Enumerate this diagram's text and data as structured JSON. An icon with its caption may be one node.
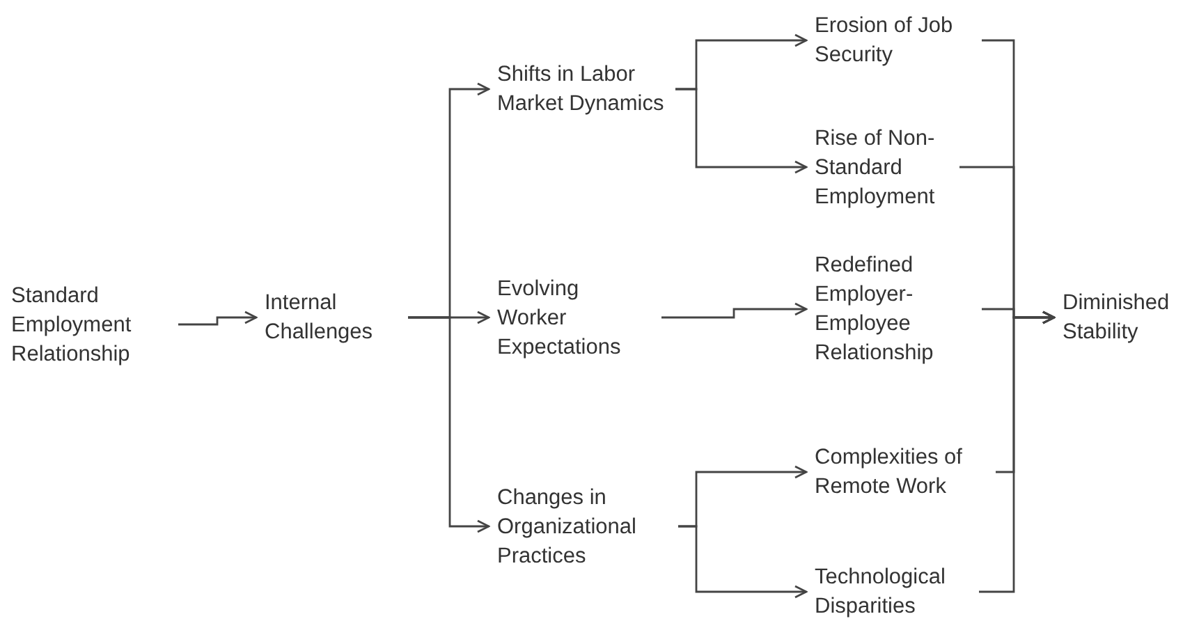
{
  "diagram": {
    "nodes": [
      {
        "text": [
          "Standard Employment Relationship"
        ]
      },
      {
        "text": [
          "Internal Challenges"
        ]
      },
      {
        "text": [
          "Shifts in Labor Market Dynamics"
        ]
      },
      {
        "text": [
          "Evolving Worker Expectations"
        ]
      },
      {
        "text": [
          "Changes in Organizational Practices"
        ]
      },
      {
        "text": [
          "Erosion of Job Security"
        ]
      },
      {
        "text": [
          "Rise of Non-Standard Employment"
        ]
      },
      {
        "text": [
          "Redefined Employer-Employee Relationship"
        ]
      },
      {
        "text": [
          "Complexities of Remote Work"
        ]
      },
      {
        "text": [
          "Technological Disparities"
        ]
      },
      {
        "text": [
          "Diminished Stability"
        ]
      }
    ],
    "edges": [
      {
        "from": 0,
        "to": 1,
        "arrow": "to"
      },
      {
        "from": 1,
        "to": 2,
        "arrow": "to"
      },
      {
        "from": 1,
        "to": 3,
        "arrow": "to"
      },
      {
        "from": 1,
        "to": 4,
        "arrow": "to"
      },
      {
        "from": 2,
        "to": 5,
        "arrow": "to"
      },
      {
        "from": 2,
        "to": 6,
        "arrow": "to"
      },
      {
        "from": 3,
        "to": 7,
        "arrow": "to"
      },
      {
        "from": 4,
        "to": 8,
        "arrow": "to"
      },
      {
        "from": 4,
        "to": 9,
        "arrow": "to"
      },
      {
        "from": 5,
        "to": 10,
        "arrow": "to"
      },
      {
        "from": 6,
        "to": 10,
        "arrow": "to"
      },
      {
        "from": 7,
        "to": 10,
        "arrow": "to"
      },
      {
        "from": 8,
        "to": 10,
        "arrow": "to"
      },
      {
        "from": 9,
        "to": 10,
        "arrow": "to"
      }
    ]
  }
}
